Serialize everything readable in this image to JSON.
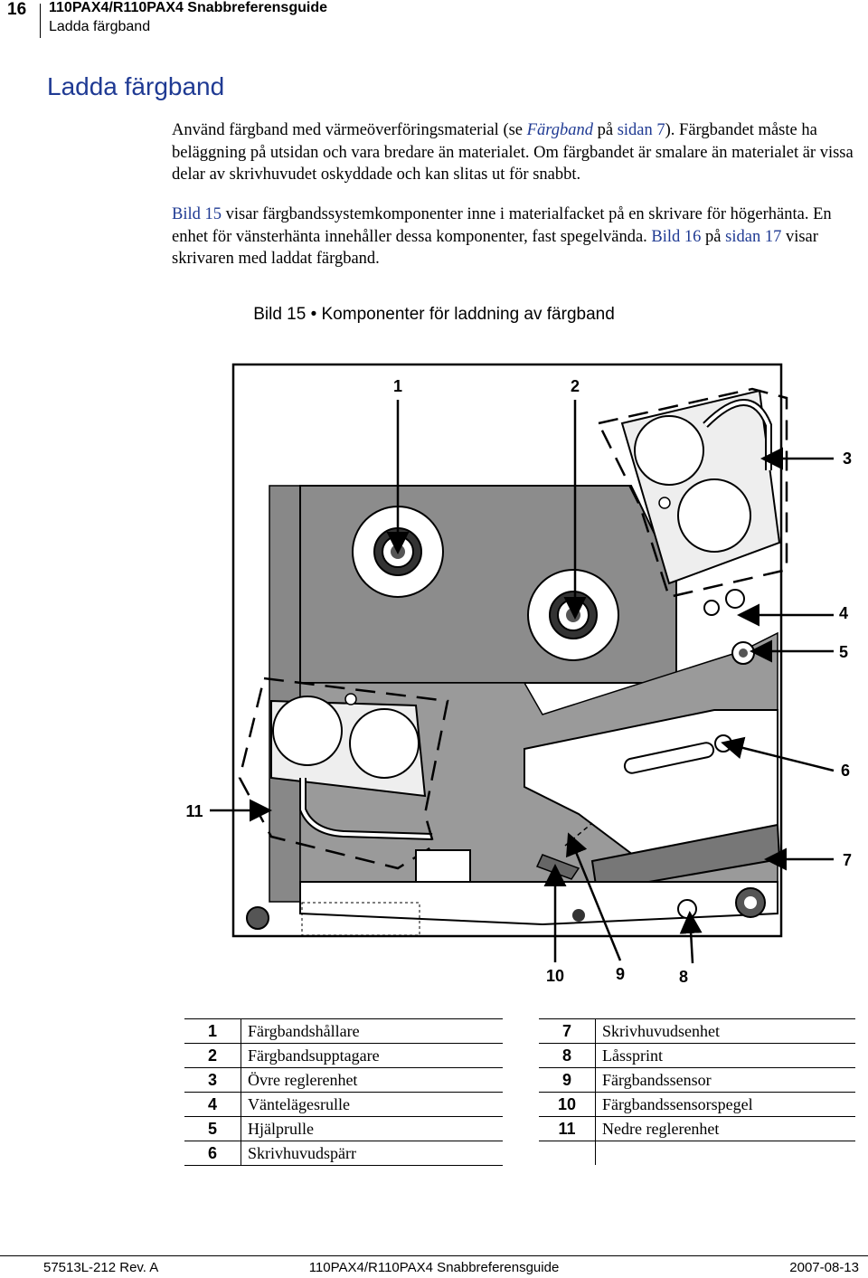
{
  "header": {
    "page_number": "16",
    "doc_title": "110PAX4/R110PAX4 Snabbreferensguide",
    "section": "Ladda färgband"
  },
  "title": "Ladda färgband",
  "paragraph1": {
    "a": "Använd färgband med värmeöverföringsmaterial (se ",
    "link1": "Färgband",
    "b": " på ",
    "link2": "sidan 7",
    "c": "). Färgbandet måste ha beläggning på utsidan och vara bredare än materialet. Om färgbandet är smalare än materialet är vissa delar av skrivhuvudet oskyddade och kan slitas ut för snabbt."
  },
  "paragraph2": {
    "link1": "Bild 15",
    "a": " visar färgbandssystemkomponenter inne i materialfacket på en skrivare för högerhänta. En enhet för vänsterhänta innehåller dessa komponenter, fast spegelvända. ",
    "link2": "Bild 16",
    "b": " på ",
    "link3": "sidan 17",
    "c": " visar skrivaren med laddat färgband."
  },
  "figure": {
    "caption": "Bild 15 • Komponenter för laddning av färgband",
    "callouts": [
      "1",
      "2",
      "3",
      "4",
      "5",
      "6",
      "7",
      "8",
      "9",
      "10",
      "11"
    ]
  },
  "legend_left": [
    {
      "num": "1",
      "label": "Färgbandshållare"
    },
    {
      "num": "2",
      "label": "Färgbandsupptagare"
    },
    {
      "num": "3",
      "label": "Övre reglerenhet"
    },
    {
      "num": "4",
      "label": "Väntelägesrulle"
    },
    {
      "num": "5",
      "label": "Hjälprulle"
    },
    {
      "num": "6",
      "label": "Skrivhuvudspärr"
    }
  ],
  "legend_right": [
    {
      "num": "7",
      "label": "Skrivhuvudsenhet"
    },
    {
      "num": "8",
      "label": "Låssprint"
    },
    {
      "num": "9",
      "label": "Färgbandssensor"
    },
    {
      "num": "10",
      "label": "Färgbandssensorspegel"
    },
    {
      "num": "11",
      "label": "Nedre reglerenhet"
    }
  ],
  "footer": {
    "left": "57513L-212 Rev. A",
    "middle": "110PAX4/R110PAX4 Snabbreferensguide",
    "right": "2007-08-13"
  }
}
